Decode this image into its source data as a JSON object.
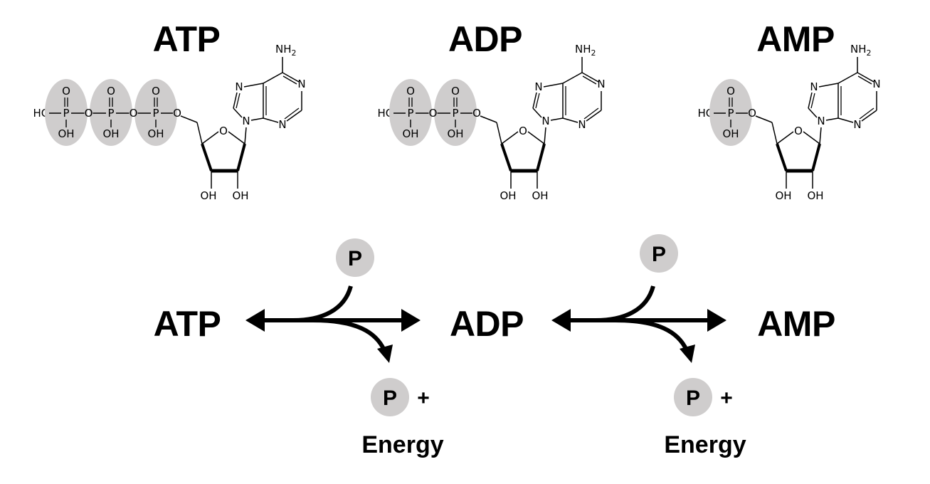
{
  "molecules": [
    {
      "name": "ATP",
      "phosphate_count": 3
    },
    {
      "name": "ADP",
      "phosphate_count": 2
    },
    {
      "name": "AMP",
      "phosphate_count": 1
    }
  ],
  "structure_labels": {
    "o": "O",
    "p": "P",
    "oh": "OH",
    "ho": "HO",
    "n": "N",
    "nh2": "NH2"
  },
  "reaction": {
    "left": "ATP",
    "middle": "ADP",
    "right": "AMP",
    "phosphate": "P",
    "plus": "+",
    "energy": "Energy"
  },
  "colors": {
    "phosphate_fill": "#cfcdcd",
    "ink": "#000000",
    "background": "#ffffff"
  }
}
